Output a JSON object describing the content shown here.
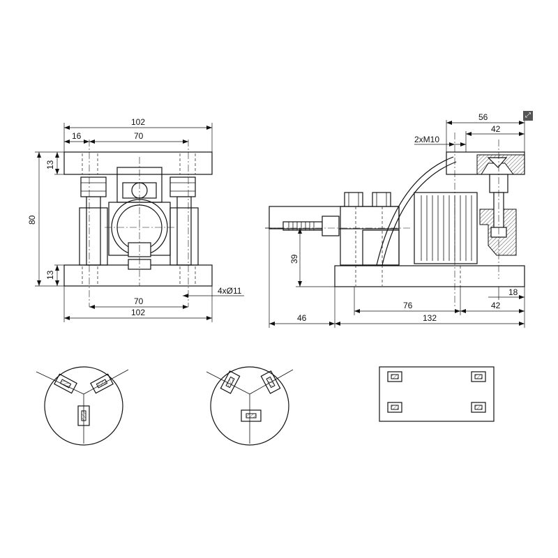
{
  "front_view": {
    "dim_overall_top": "102",
    "dim_offset": "16",
    "dim_bolt_spacing_top": "70",
    "dim_plate_thickness_top": "13",
    "dim_height": "80",
    "dim_plate_thickness_bottom": "13",
    "dim_holes": "4xØ11",
    "dim_bolt_spacing_bottom": "70",
    "dim_overall_bottom": "102"
  },
  "side_view": {
    "dim_top_56": "56",
    "dim_top_42": "42",
    "dim_thread": "2xM10",
    "dim_height_39": "39",
    "dim_18": "18",
    "dim_76": "76",
    "dim_42_bottom": "42",
    "dim_46": "46",
    "dim_132": "132"
  },
  "icons": {
    "corner": "expand-icon"
  }
}
